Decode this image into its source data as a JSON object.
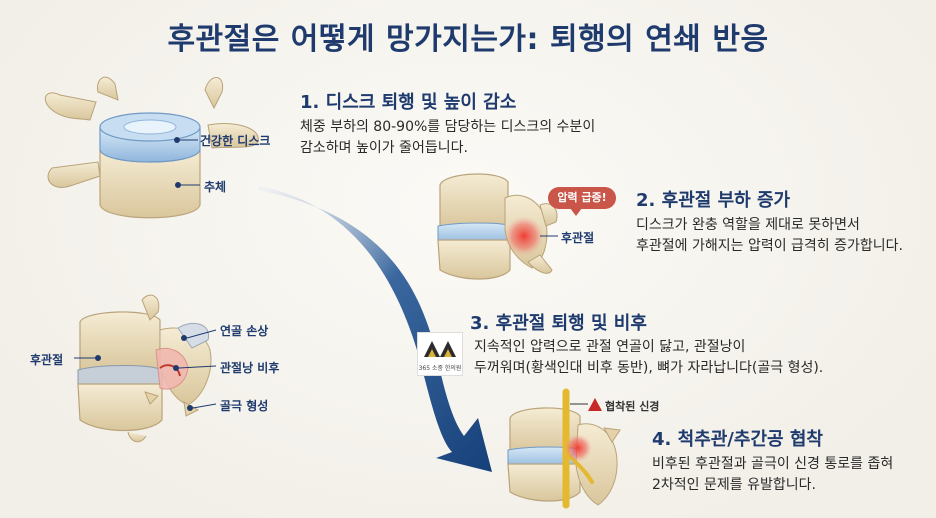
{
  "title": "후관절은 어떻게 망가지는가: 퇴행의 연쇄 반응",
  "stages": [
    {
      "title": "1. 디스크 퇴행 및 높이 감소",
      "desc_line1": "체중 부하의 80-90%를 담당하는 디스크의 수분이",
      "desc_line2": "감소하며 높이가 줄어듭니다."
    },
    {
      "title": "2. 후관절 부하 증가",
      "desc_line1": "디스크가 완충 역할을 제대로 못하면서",
      "desc_line2": "후관절에 가해지는 압력이 급격히 증가합니다."
    },
    {
      "title": "3. 후관절 퇴행 및 비후",
      "desc_line1": "지속적인 압력으로 관절 연골이 닳고, 관절낭이",
      "desc_line2": "두꺼워며(황색인대 비후 동반), 뼈가 자라납니다(골극 형성)."
    },
    {
      "title": "4. 척추관/추간공 협착",
      "desc_line1": "비후된 후관절과 골극이 신경 통로를 좁혀",
      "desc_line2": "2차적인 문제를 유발합니다."
    }
  ],
  "labels": {
    "healthy_disc": "건강한 디스크",
    "vertebral_body": "추체",
    "facet_joint_2": "후관절",
    "pressure_bubble": "압력 급증!",
    "facet_joint_3": "후관절",
    "cartilage_damage": "연골 손상",
    "capsule_thickening": "관절낭 비후",
    "osteophyte": "골극 형성",
    "compressed_nerve": "협착된 신경"
  },
  "logo": {
    "text": "365 소중 한의원"
  },
  "colors": {
    "title": "#1f3b6e",
    "arrow": "#1f4a82",
    "bone": "#efe3c4",
    "disc": "#a9c9e6",
    "inflamed": "#e0403a",
    "bubble": "#c95648"
  }
}
